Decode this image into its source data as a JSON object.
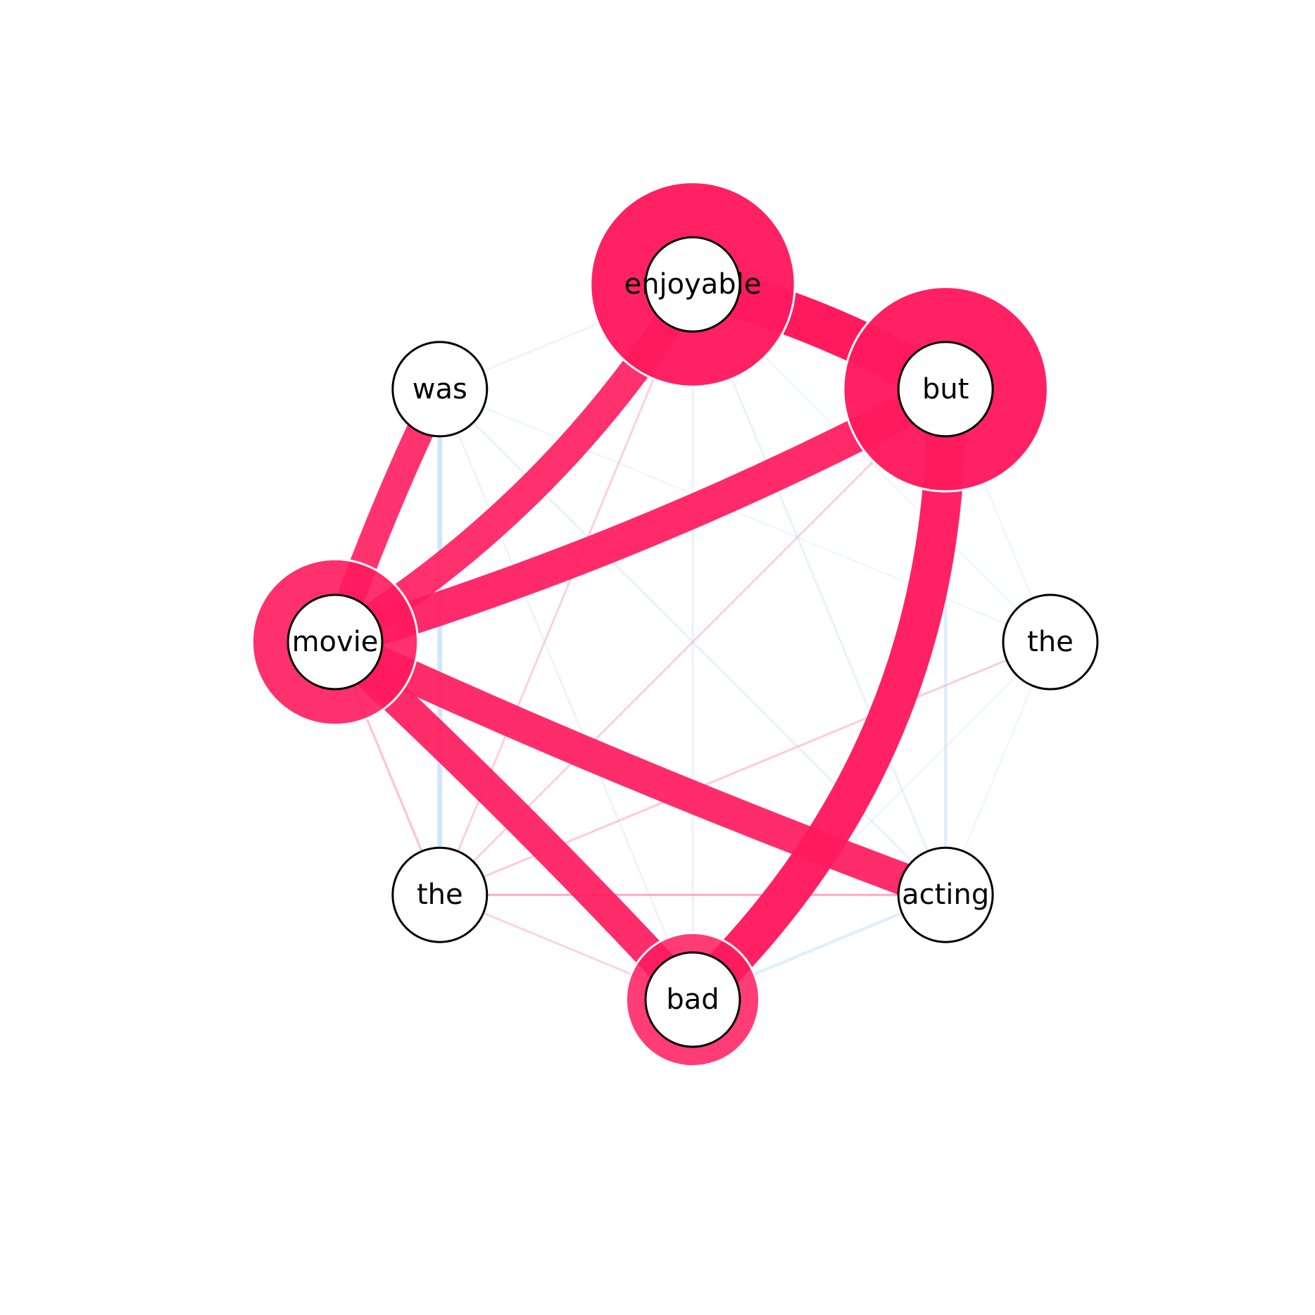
{
  "diagram": {
    "type": "word-interaction-graph",
    "colors": {
      "positive": "#ff1a5e",
      "negative": "#aad4f5",
      "node_fill": "#ffffff",
      "node_stroke": "#000000"
    },
    "nodes": [
      {
        "id": "n0",
        "label": "the",
        "icon": "circle-node",
        "self_strength": 0.0
      },
      {
        "id": "n1",
        "label": "movie",
        "icon": "circle-node",
        "self_strength": 0.55
      },
      {
        "id": "n2",
        "label": "was",
        "icon": "circle-node",
        "self_strength": 0.0
      },
      {
        "id": "n3",
        "label": "enjoyable",
        "icon": "circle-node",
        "self_strength": 0.85
      },
      {
        "id": "n4",
        "label": "but",
        "icon": "circle-node",
        "self_strength": 0.85
      },
      {
        "id": "n5",
        "label": "the",
        "icon": "circle-node",
        "self_strength": 0.0
      },
      {
        "id": "n6",
        "label": "acting",
        "icon": "circle-node",
        "self_strength": 0.0
      },
      {
        "id": "n7",
        "label": "bad",
        "icon": "circle-node",
        "self_strength": 0.3
      }
    ],
    "edges": [
      {
        "source": "n4",
        "target": "n3",
        "sign": "positive",
        "strength": 1.0,
        "curve": 0.08
      },
      {
        "source": "n4",
        "target": "n7",
        "sign": "positive",
        "strength": 0.9,
        "curve": -0.22
      },
      {
        "source": "n4",
        "target": "n1",
        "sign": "positive",
        "strength": 0.75,
        "curve": -0.05
      },
      {
        "source": "n2",
        "target": "n1",
        "sign": "positive",
        "strength": 0.6,
        "curve": 0.03
      },
      {
        "source": "n7",
        "target": "n1",
        "sign": "positive",
        "strength": 0.7,
        "curve": 0.02
      },
      {
        "source": "n6",
        "target": "n1",
        "sign": "positive",
        "strength": 0.72,
        "curve": -0.02
      },
      {
        "source": "n3",
        "target": "n1",
        "sign": "positive",
        "strength": 0.65,
        "curve": -0.12
      },
      {
        "source": "n0",
        "target": "n1",
        "sign": "positive",
        "strength": 0.08,
        "curve": 0
      },
      {
        "source": "n0",
        "target": "n3",
        "sign": "positive",
        "strength": 0.05,
        "curve": 0
      },
      {
        "source": "n0",
        "target": "n4",
        "sign": "positive",
        "strength": 0.05,
        "curve": 0
      },
      {
        "source": "n0",
        "target": "n5",
        "sign": "positive",
        "strength": 0.06,
        "curve": 0
      },
      {
        "source": "n0",
        "target": "n6",
        "sign": "positive",
        "strength": 0.04,
        "curve": 0
      },
      {
        "source": "n0",
        "target": "n7",
        "sign": "positive",
        "strength": 0.04,
        "curve": 0
      },
      {
        "source": "n0",
        "target": "n2",
        "sign": "negative",
        "strength": 0.3,
        "curve": 0
      },
      {
        "source": "n4",
        "target": "n6",
        "sign": "negative",
        "strength": 0.15,
        "curve": 0
      },
      {
        "source": "n7",
        "target": "n6",
        "sign": "negative",
        "strength": 0.15,
        "curve": 0
      },
      {
        "source": "n7",
        "target": "n2",
        "sign": "negative",
        "strength": 0.06,
        "curve": 0
      },
      {
        "source": "n7",
        "target": "n3",
        "sign": "negative",
        "strength": 0.08,
        "curve": 0
      },
      {
        "source": "n7",
        "target": "n5",
        "sign": "negative",
        "strength": 0.04,
        "curve": 0
      },
      {
        "source": "n2",
        "target": "n6",
        "sign": "negative",
        "strength": 0.08,
        "curve": 0
      },
      {
        "source": "n2",
        "target": "n3",
        "sign": "negative",
        "strength": 0.06,
        "curve": 0
      },
      {
        "source": "n2",
        "target": "n5",
        "sign": "negative",
        "strength": 0.03,
        "curve": 0
      },
      {
        "source": "n6",
        "target": "n3",
        "sign": "negative",
        "strength": 0.08,
        "curve": 0
      },
      {
        "source": "n6",
        "target": "n5",
        "sign": "negative",
        "strength": 0.03,
        "curve": 0
      },
      {
        "source": "n5",
        "target": "n4",
        "sign": "negative",
        "strength": 0.03,
        "curve": 0
      },
      {
        "source": "n5",
        "target": "n3",
        "sign": "negative",
        "strength": 0.03,
        "curve": 0
      },
      {
        "source": "n6",
        "target": "n0",
        "sign": "positive",
        "strength": 0.06,
        "curve": 0
      }
    ]
  }
}
